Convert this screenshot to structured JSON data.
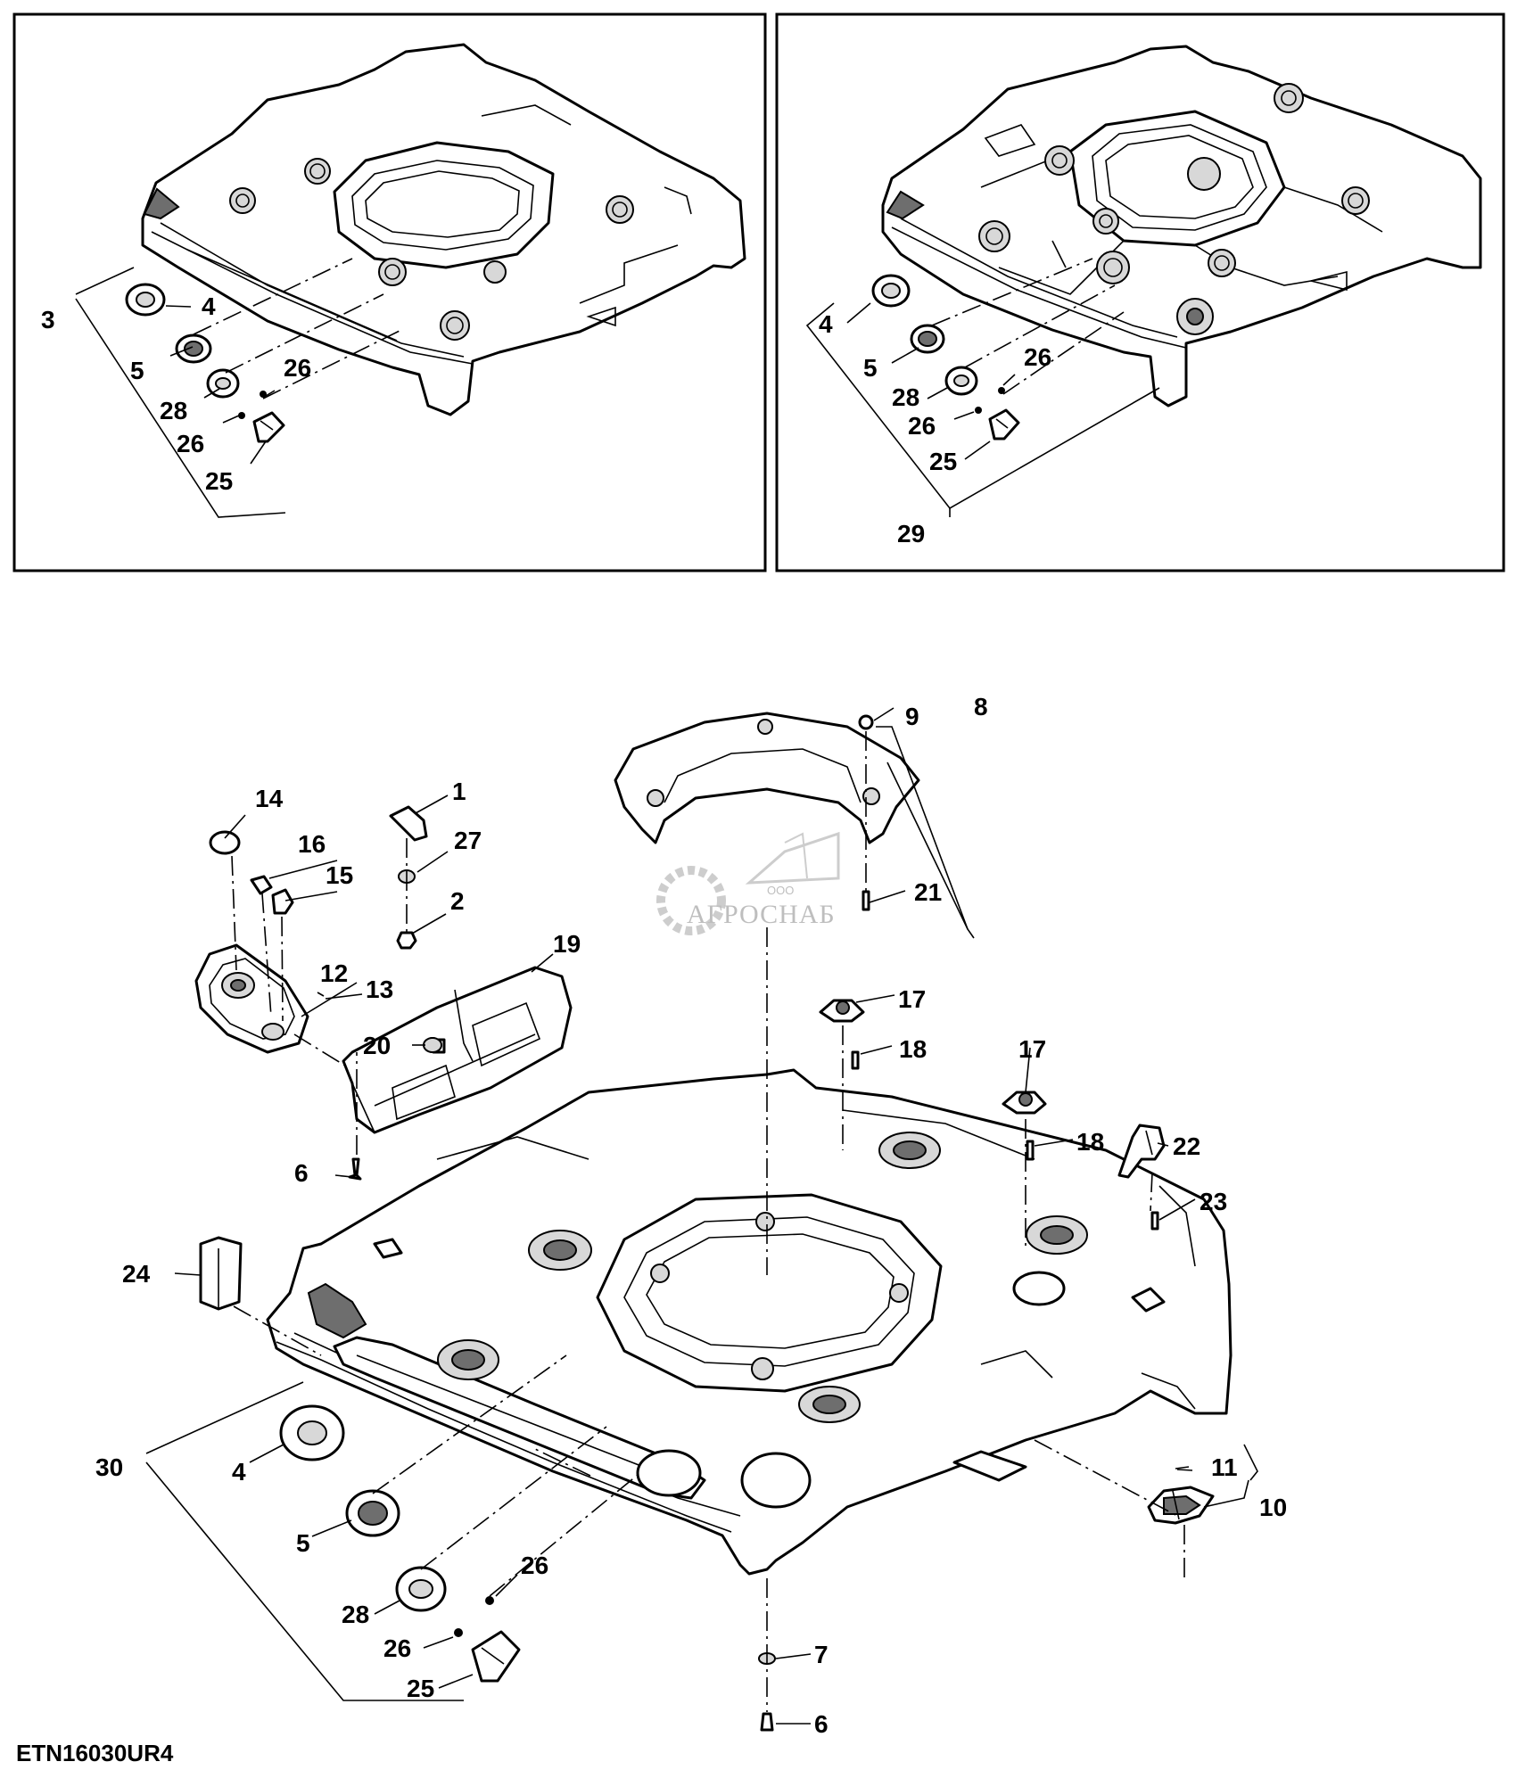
{
  "labels": {
    "tl_3": "3",
    "tl_4": "4",
    "tl_5": "5",
    "tl_26a": "26",
    "tl_28": "28",
    "tl_26b": "26",
    "tl_25": "25",
    "tr_4": "4",
    "tr_5": "5",
    "tr_26a": "26",
    "tr_28": "28",
    "tr_26b": "26",
    "tr_25": "25",
    "tr_29": "29",
    "b_14": "14",
    "b_1": "1",
    "b_27": "27",
    "b_16": "16",
    "b_15": "15",
    "b_2": "2",
    "b_12": "12",
    "b_13": "13",
    "b_19": "19",
    "b_20": "20",
    "b_6a": "6",
    "b_9": "9",
    "b_8": "8",
    "b_21": "21",
    "b_17a": "17",
    "b_18a": "18",
    "b_17b": "17",
    "b_18b": "18",
    "b_22": "22",
    "b_23": "23",
    "b_24": "24",
    "b_30": "30",
    "b_4": "4",
    "b_5": "5",
    "b_26a": "26",
    "b_28": "28",
    "b_26b": "26",
    "b_25": "25",
    "b_7": "7",
    "b_6b": "6",
    "b_11": "11",
    "b_10": "10"
  },
  "figure_code": "ETN16030UR4",
  "watermark": {
    "small": "ООО",
    "name": "АГРОСНАБ"
  }
}
